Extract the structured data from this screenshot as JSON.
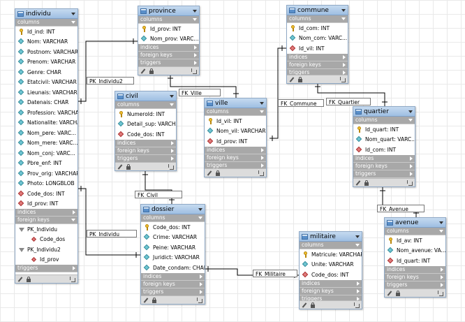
{
  "sections": {
    "columns": "columns",
    "indices": "indices",
    "foreign_keys": "foreign keys",
    "triggers": "triggers"
  },
  "tables": [
    {
      "id": "individu",
      "name": "individu",
      "columns": [
        {
          "icon": "key",
          "text": "Id_ind: INT"
        },
        {
          "icon": "col",
          "text": "Nom: VARCHAR"
        },
        {
          "icon": "col",
          "text": "Postnom: VARCHAR"
        },
        {
          "icon": "col",
          "text": "Prenom: VARCHAR"
        },
        {
          "icon": "col",
          "text": "Genre: CHAR"
        },
        {
          "icon": "col",
          "text": "Etatcivil: VARCHAR"
        },
        {
          "icon": "col",
          "text": "Lieunais: VARCHAR"
        },
        {
          "icon": "col",
          "text": "Datenais: CHAR"
        },
        {
          "icon": "col",
          "text": "Profession: VARCHAR"
        },
        {
          "icon": "col",
          "text": "Nationalite: VARCHAR"
        },
        {
          "icon": "col",
          "text": "Nom_pere: VARC..."
        },
        {
          "icon": "col",
          "text": "Nom_mere: VARC..."
        },
        {
          "icon": "col",
          "text": "Nom_conj: VARC..."
        },
        {
          "icon": "col",
          "text": "Pbre_enf: INT"
        },
        {
          "icon": "col",
          "text": "Prov_orig: VARCHAR"
        },
        {
          "icon": "col",
          "text": "Photo: LONGBLOB"
        },
        {
          "icon": "fk",
          "text": "Code_dos: INT"
        },
        {
          "icon": "fk",
          "text": "Id_prov: INT"
        }
      ],
      "foreign_keys": [
        {
          "name": "PK_Individu",
          "column": "Code_dos"
        },
        {
          "name": "PK_Individu2",
          "column": "Id_prov"
        }
      ]
    },
    {
      "id": "province",
      "name": "province",
      "columns": [
        {
          "icon": "key",
          "text": "Id_prov: INT"
        },
        {
          "icon": "col",
          "text": "Nom_prov: VARC..."
        }
      ]
    },
    {
      "id": "commune",
      "name": "commune",
      "columns": [
        {
          "icon": "key",
          "text": "Id_com: INT"
        },
        {
          "icon": "col",
          "text": "Nom_com: VARC..."
        },
        {
          "icon": "fk",
          "text": "Id_vil: INT"
        }
      ]
    },
    {
      "id": "civil",
      "name": "civil",
      "columns": [
        {
          "icon": "key",
          "text": "NumeroId: INT"
        },
        {
          "icon": "col",
          "text": "Detail_sup: VARCHAR"
        },
        {
          "icon": "fk",
          "text": "Code_dos: INT"
        }
      ]
    },
    {
      "id": "ville",
      "name": "ville",
      "columns": [
        {
          "icon": "key",
          "text": "Id_vil: INT"
        },
        {
          "icon": "col",
          "text": "Nom_vil: VARCHAR"
        },
        {
          "icon": "fk",
          "text": "Id_prov: INT"
        }
      ]
    },
    {
      "id": "quartier",
      "name": "quartier",
      "columns": [
        {
          "icon": "key",
          "text": "Id_quart: INT"
        },
        {
          "icon": "col",
          "text": "Nom_quart: VARC..."
        },
        {
          "icon": "fk",
          "text": "Id_com: INT"
        }
      ]
    },
    {
      "id": "dossier",
      "name": "dossier",
      "columns": [
        {
          "icon": "key",
          "text": "Code_dos: INT"
        },
        {
          "icon": "col",
          "text": "Crime: VARCHAR"
        },
        {
          "icon": "col",
          "text": "Peine: VARCHAR"
        },
        {
          "icon": "col",
          "text": "Juridict: VARCHAR"
        },
        {
          "icon": "col",
          "text": "Date_condam: CHAR"
        }
      ]
    },
    {
      "id": "militaire",
      "name": "militaire",
      "columns": [
        {
          "icon": "key",
          "text": "Matricule: VARCHAR"
        },
        {
          "icon": "col",
          "text": "Unite: VARCHAR"
        },
        {
          "icon": "fk",
          "text": "Code_dos: INT"
        }
      ]
    },
    {
      "id": "avenue",
      "name": "avenue",
      "columns": [
        {
          "icon": "key",
          "text": "Id_av: INT"
        },
        {
          "icon": "col",
          "text": "Nom_avenue: VA..."
        },
        {
          "icon": "fk",
          "text": "Id_quart: INT"
        }
      ]
    }
  ],
  "relationships": [
    {
      "id": "pk_individu2",
      "label": "PK_Individu2"
    },
    {
      "id": "fk_ville",
      "label": "FK_Ville"
    },
    {
      "id": "fk_commune",
      "label": "FK_Commune"
    },
    {
      "id": "fk_quartier",
      "label": "FK_Quartier"
    },
    {
      "id": "fk_civil",
      "label": "FK_Civil"
    },
    {
      "id": "fk_avenue",
      "label": "FK_Avenue"
    },
    {
      "id": "pk_individu",
      "label": "PK_Individu"
    },
    {
      "id": "fk_militaire",
      "label": "FK_Militaire"
    }
  ]
}
